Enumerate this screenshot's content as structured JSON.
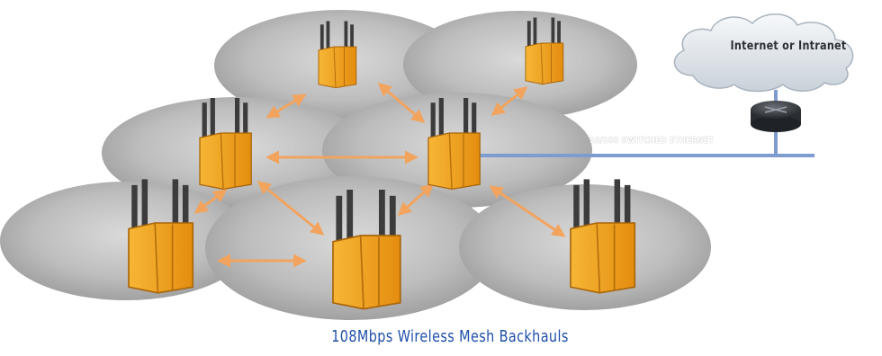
{
  "diagram": {
    "cloud_label": "Internet or Intranet",
    "ethernet_label": "10/100 SWITCHED ETHERNET",
    "caption": "108Mbps Wireless Mesh Backhauls",
    "icons": {
      "cloud": "cloud-icon",
      "router": "router-icon",
      "mesh_node": "wireless-mesh-node-icon"
    },
    "colors": {
      "coverage_fill": "#b9b9b9",
      "node_body": "#f2a417",
      "node_antenna": "#3c3c3c",
      "link_arrow": "#f2a45e",
      "ethernet_line": "#7f9cd0",
      "caption": "#1f4fa8",
      "router": "#3a3d42"
    }
  }
}
